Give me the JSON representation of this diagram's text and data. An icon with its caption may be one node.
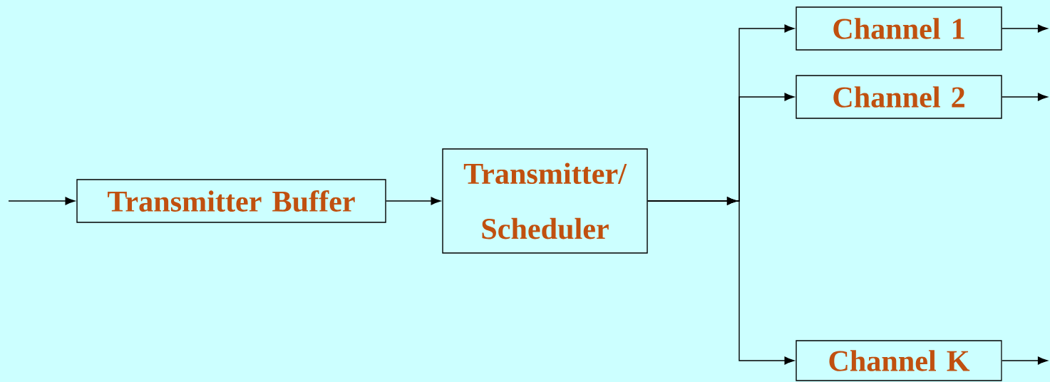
{
  "diagram": {
    "nodes": [
      {
        "text": [
          "Transmitter Buffer"
        ]
      },
      {
        "text": [
          "Transmitter/ Scheduler"
        ]
      },
      {
        "text": [
          "Channel 1"
        ]
      },
      {
        "text": [
          "Channel 2"
        ]
      },
      {
        "text": [
          "Channel K"
        ]
      }
    ],
    "edges": [
      {
        "from": null,
        "to": 0,
        "arrow": "to"
      },
      {
        "from": 0,
        "to": 1,
        "arrow": "to"
      },
      {
        "from": 1,
        "to": 2,
        "arrow": "to"
      },
      {
        "from": 1,
        "to": 3,
        "arrow": "to"
      },
      {
        "from": 1,
        "to": 4,
        "arrow": "to"
      },
      {
        "from": 2,
        "to": null,
        "arrow": "to"
      },
      {
        "from": 3,
        "to": null,
        "arrow": "to"
      },
      {
        "from": 4,
        "to": null,
        "arrow": "to"
      }
    ]
  }
}
